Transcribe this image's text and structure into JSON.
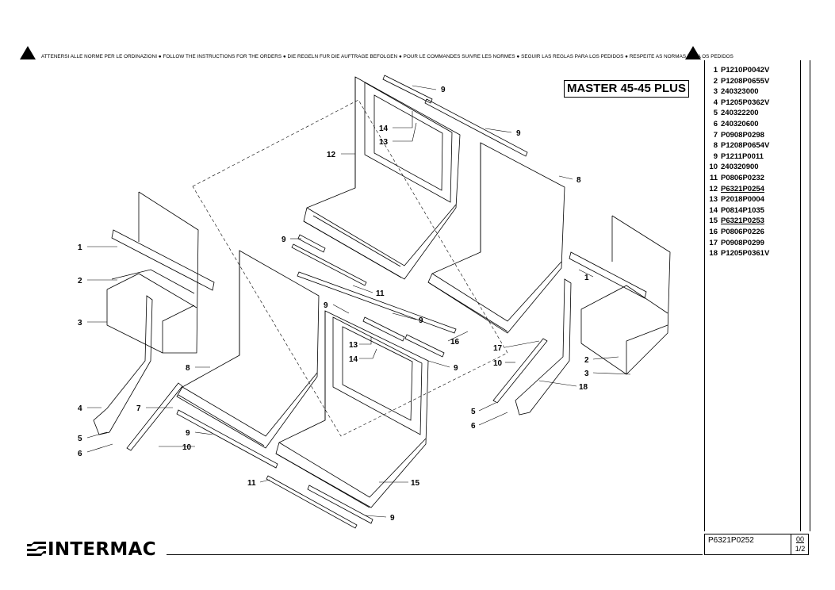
{
  "header": {
    "notice": "ATTENERSI ALLE NORME PER LE ORDINAZIONI ● FOLLOW THE INSTRUCTIONS FOR THE ORDERS ● DIE REGELN FUR DIE AUFTRAGE BEFOLGEN ● POUR LE COMMANDES SUIVRE LES NORMES ● SEGUIR LAS REGLAS PARA LOS PEDIDOS ● RESPEITE AS NORMAS PARA OS PEDIDOS",
    "warning_icon": "warning-triangle-icon"
  },
  "model_title": "MASTER 45-45 PLUS",
  "parts": [
    {
      "num": "1",
      "code": "P1210P0042V",
      "underline": false
    },
    {
      "num": "2",
      "code": "P1208P0655V",
      "underline": false
    },
    {
      "num": "3",
      "code": "240323000",
      "underline": false
    },
    {
      "num": "4",
      "code": "P1205P0362V",
      "underline": false
    },
    {
      "num": "5",
      "code": "240322200",
      "underline": false
    },
    {
      "num": "6",
      "code": "240320600",
      "underline": false
    },
    {
      "num": "7",
      "code": "P0908P0298",
      "underline": false
    },
    {
      "num": "8",
      "code": "P1208P0654V",
      "underline": false
    },
    {
      "num": "9",
      "code": "P1211P0011",
      "underline": false
    },
    {
      "num": "10",
      "code": "240320900",
      "underline": false
    },
    {
      "num": "11",
      "code": "P0806P0232",
      "underline": false
    },
    {
      "num": "12",
      "code": "P6321P0254",
      "underline": true
    },
    {
      "num": "13",
      "code": "P2018P0004",
      "underline": false
    },
    {
      "num": "14",
      "code": "P0814P1035",
      "underline": false
    },
    {
      "num": "15",
      "code": "P6321P0253",
      "underline": true
    },
    {
      "num": "16",
      "code": "P0806P0226",
      "underline": false
    },
    {
      "num": "17",
      "code": "P0908P0299",
      "underline": false
    },
    {
      "num": "18",
      "code": "P1205P0361V",
      "underline": false
    }
  ],
  "callouts": [
    "1",
    "2",
    "3",
    "4",
    "5",
    "6",
    "7",
    "8",
    "9",
    "10",
    "11",
    "12",
    "13",
    "14",
    "15",
    "16",
    "17",
    "18"
  ],
  "footer": {
    "drawing_code": "P6321P0252",
    "revision": "00",
    "sheet": "1/2",
    "brand": "INTERMAC"
  }
}
